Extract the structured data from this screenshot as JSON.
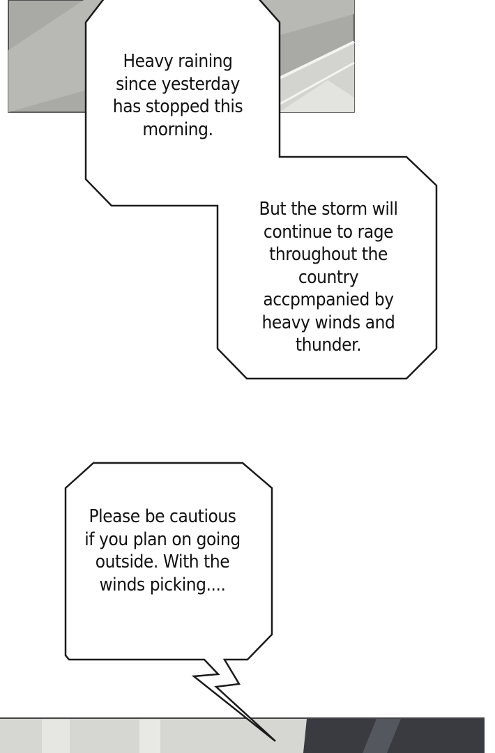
{
  "bubbles": [
    {
      "text": "Heavy raining since yesterday has stopped this morning."
    },
    {
      "text": "But the storm will continue to rage throughout the country accpmpanied by heavy winds and thunder."
    },
    {
      "text": "Please be cautious if you plan on going outside. With the winds picking...."
    }
  ],
  "colors": {
    "panel_gray": "#a9a9a6",
    "panel_light": "#d6d6d2",
    "panel_dark": "#3a3b40",
    "outline": "#1a1a1a"
  }
}
